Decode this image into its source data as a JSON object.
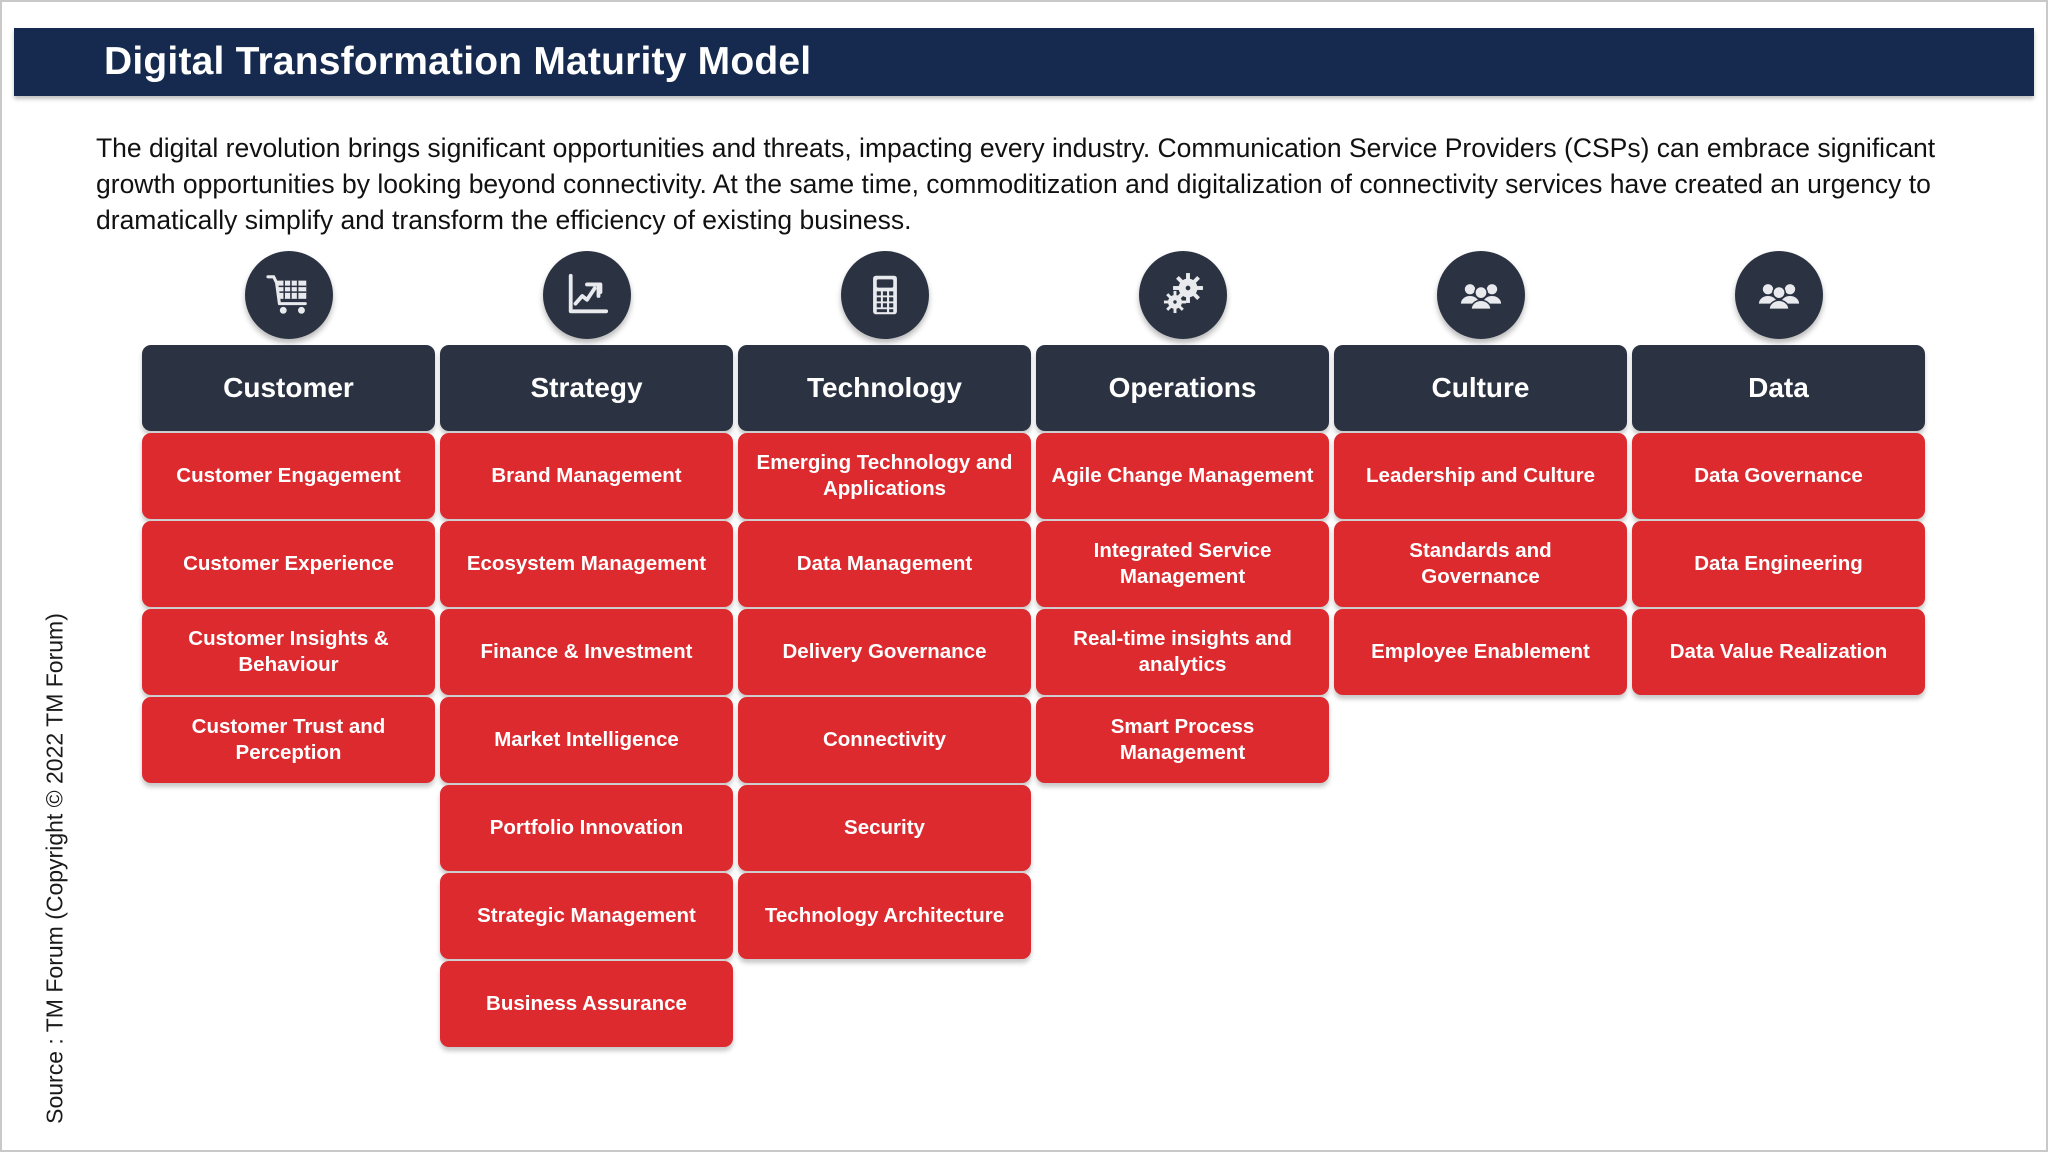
{
  "header": {
    "title": "Digital Transformation Maturity Model",
    "bar_color": "#152a4e"
  },
  "intro": {
    "text": "The digital revolution brings significant opportunities and threats, impacting every industry. Communication Service Providers (CSPs) can embrace significant growth opportunities by looking beyond connectivity. At the same time, commoditization and digitalization of connectivity services have created an urgency to dramatically simplify and transform the efficiency of existing business."
  },
  "source": {
    "text": "Source : TM Forum (Copyright © 2022 TM Forum)"
  },
  "colors": {
    "dark_card": "#2b3241",
    "red_card": "#dc2a2f",
    "navy_bar": "#152a4e",
    "card_text": "#ffffff"
  },
  "columns": [
    {
      "icon": "shopping-cart-icon",
      "header": "Customer",
      "items": [
        "Customer Engagement",
        "Customer Experience",
        "Customer Insights & Behaviour",
        "Customer Trust and Perception"
      ]
    },
    {
      "icon": "growth-chart-icon",
      "header": "Strategy",
      "items": [
        "Brand Management",
        "Ecosystem Management",
        "Finance & Investment",
        "Market Intelligence",
        "Portfolio Innovation",
        "Strategic Management",
        "Business Assurance"
      ]
    },
    {
      "icon": "calculator-icon",
      "header": "Technology",
      "items": [
        "Emerging Technology and Applications",
        "Data Management",
        "Delivery Governance",
        "Connectivity",
        "Security",
        "Technology Architecture"
      ]
    },
    {
      "icon": "gears-icon",
      "header": "Operations",
      "items": [
        "Agile Change Management",
        "Integrated Service Management",
        "Real-time insights and analytics",
        "Smart Process Management"
      ]
    },
    {
      "icon": "people-icon",
      "header": "Culture",
      "items": [
        "Leadership and Culture",
        "Standards and Governance",
        "Employee Enablement"
      ]
    },
    {
      "icon": "people-icon",
      "header": "Data",
      "items": [
        "Data Governance",
        "Data Engineering",
        "Data Value Realization"
      ]
    }
  ]
}
